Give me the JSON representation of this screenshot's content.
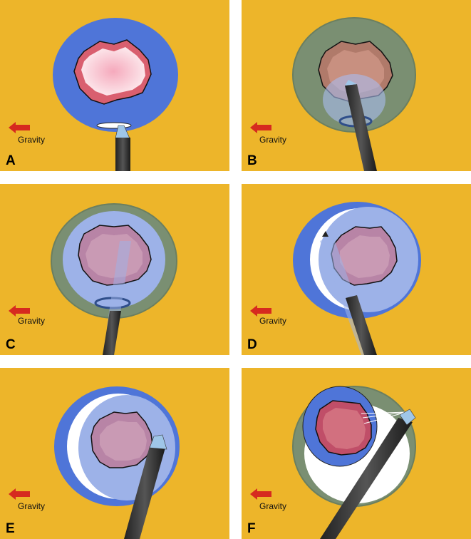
{
  "gravity_label": "Gravity",
  "panels": [
    {
      "letter": "A"
    },
    {
      "letter": "B"
    },
    {
      "letter": "C"
    },
    {
      "letter": "D"
    },
    {
      "letter": "E"
    },
    {
      "letter": "F"
    }
  ],
  "colors": {
    "background": "#EDB52A",
    "capsule": "#4F75D8",
    "capsule_muted": "#7A8F72",
    "nucleus_rim": "#D95F6F",
    "nucleus": "#F2B9C2",
    "nucleus_muted": "#B27F88",
    "gravity_arrow": "#D62A1F",
    "instrument": "#2E2E2E",
    "instrument_tip": "#9FC6E8"
  }
}
